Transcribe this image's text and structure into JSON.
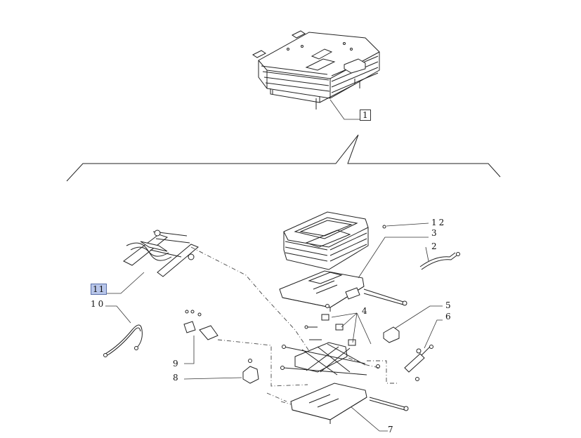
{
  "callouts": {
    "c1": "1",
    "c12": "12",
    "c3": "3",
    "c2": "2",
    "c4": "4",
    "c5": "5",
    "c6": "6",
    "c11": "11",
    "c10": "10",
    "c9": "9",
    "c8": "8",
    "c7": "7"
  },
  "colors": {
    "line": "#222222",
    "highlight": "#b8c6ea"
  }
}
